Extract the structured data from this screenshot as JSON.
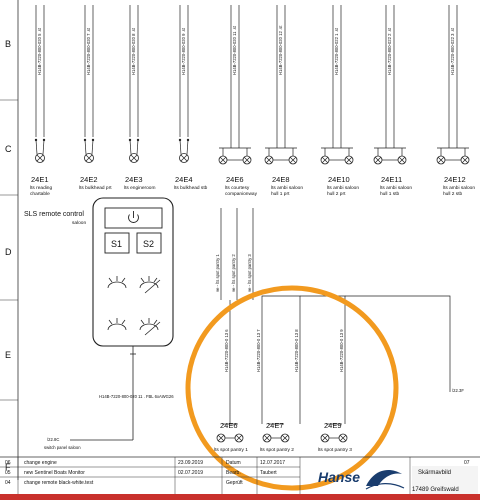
{
  "row_labels": [
    "B",
    "C",
    "D",
    "E",
    "F"
  ],
  "top_lamps": [
    {
      "id": "24E1",
      "label1": "lts reading",
      "label2": "chartable",
      "wire": "H14B-7220-800-020 5 .st"
    },
    {
      "id": "24E2",
      "label1": "lts bulkhead prt",
      "label2": "",
      "wire": "H14B-7220-800-020 7 .st"
    },
    {
      "id": "24E3",
      "label1": "lts engineroom",
      "label2": "",
      "wire": "H14B-7220-800-020 8 .st"
    },
    {
      "id": "24E4",
      "label1": "lts bulkhead stb",
      "label2": "",
      "wire": "H14B-7220-800-020 9 .st"
    },
    {
      "id": "24E6",
      "label1": "lts courtesy",
      "label2": "companionway",
      "wire": "H14B-7220-800-020 11 .st"
    },
    {
      "id": "24E8",
      "label1": "lts ambi saloon",
      "label2": "hull 1 prt",
      "wire": "H14B-7220-800-020 12 .st"
    },
    {
      "id": "24E10",
      "label1": "lts ambi saloon",
      "label2": "hull 2 prt",
      "wire": "H14B-7220-800-022 1 .st"
    },
    {
      "id": "24E11",
      "label1": "lts ambi saloon",
      "label2": "hull 1 stb",
      "wire": "H14B-7220-800-022 2 .st"
    },
    {
      "id": "24E12",
      "label1": "lts ambi saloon",
      "label2": "hull 2 stb",
      "wire": "H14B-7220-800-022 3 .st"
    }
  ],
  "remote": {
    "title": "SLS remote control",
    "subtitle": "saloon",
    "btn1": "S1",
    "btn2": "S2",
    "harness": "H14B-7220-800-020 11 . FBL 6xAWG26",
    "switch_ref": "/22.8C",
    "switch_label": "switch panel saloon"
  },
  "bottom_wires": [
    "ve - lts spot pantry 1",
    "ve - lts spot pantry 2",
    "ve - lts spot pantry 3"
  ],
  "bottom_cables": [
    "H14B-7220-800-0 13 6",
    "H14B-7220-800-0 13 7",
    "H14B-7220-800-0 13 8",
    "H14B-7220-800-0 13 9"
  ],
  "bottom_lamps": [
    {
      "id": "24E6",
      "label": "lts spot pantry 1"
    },
    {
      "id": "24E7",
      "label": "lts spot pantry 2"
    },
    {
      "id": "24E9",
      "label": "lts spot pantry 3"
    }
  ],
  "ground_ref": "/22.3F",
  "title_block": {
    "rows": [
      {
        "no": "06",
        "text": "change engine",
        "date": "23.09.2019"
      },
      {
        "no": "05",
        "text": "new Sentinel Boats Monitor",
        "date": "02.07.2019"
      },
      {
        "no": "04",
        "text": "change remote black-white.test",
        "date": ""
      }
    ],
    "datum_label": "Datum",
    "datum_value": "12.07.2017",
    "bearb_label": "Bearb.",
    "bearb_value": "Taubert",
    "gepr_label": "Geprüft",
    "logo_text": "Hanse",
    "address": "17489 Greifswald",
    "screen_label": "Skärmavbild",
    "sheet_no": "07"
  },
  "highlight_color": "#f29a1f"
}
